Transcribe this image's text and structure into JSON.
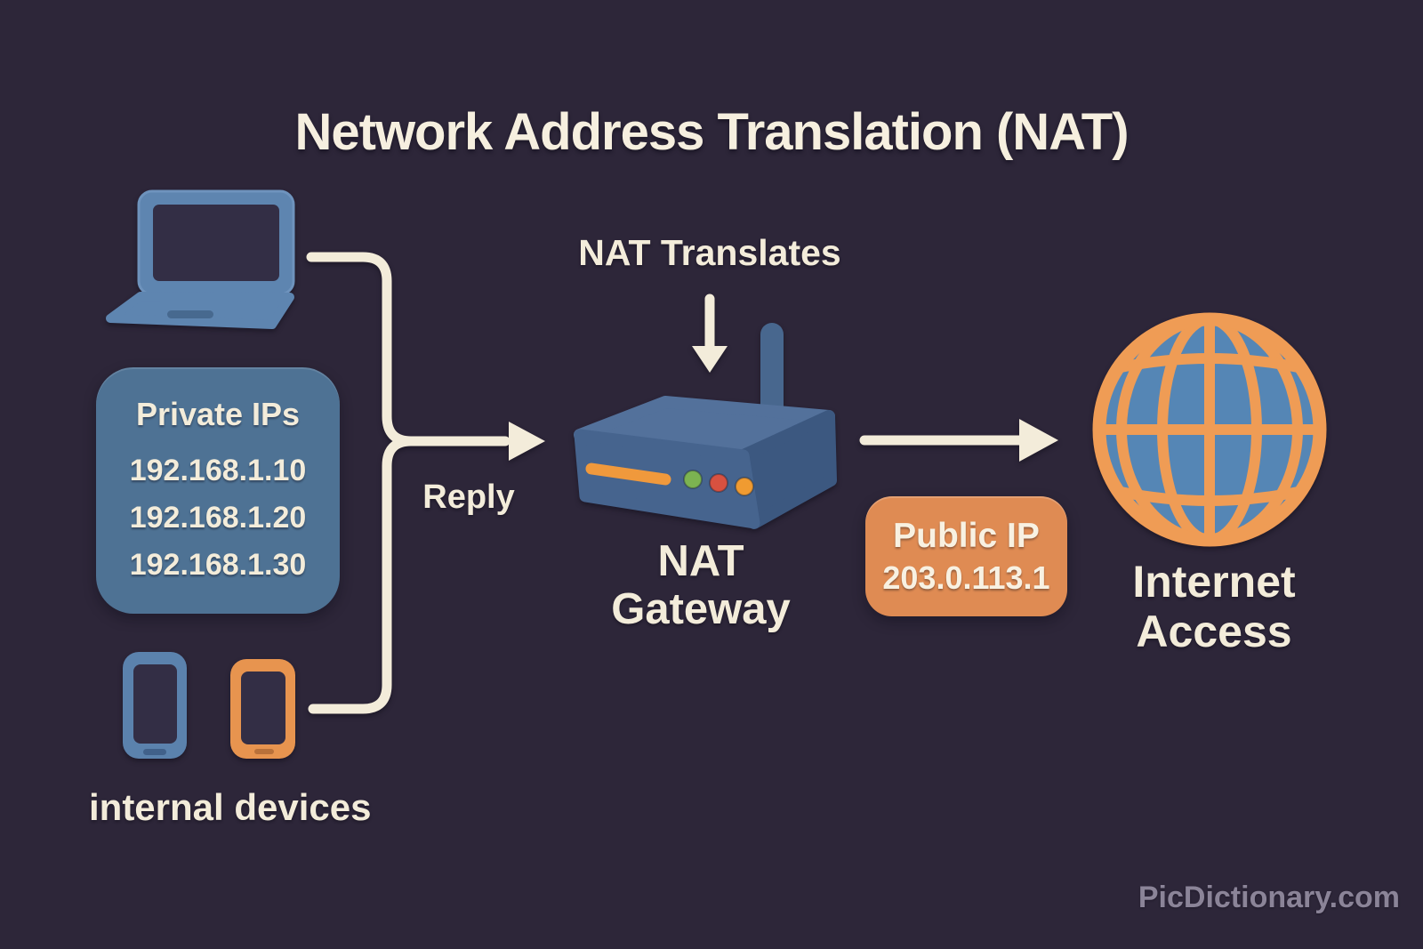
{
  "title": "Network Address Translation (NAT)",
  "devices": {
    "private_ips_box": {
      "title": "Private IPs",
      "ips": [
        "192.168.1.10",
        "192.168.1.20",
        "192.168.1.30"
      ]
    },
    "label": "internal devices"
  },
  "gateway": {
    "translates_label": "NAT Translates",
    "reply_label": "Reply",
    "name_line1": "NAT",
    "name_line2": "Gateway"
  },
  "internet": {
    "public_ip_box": {
      "title": "Public IP",
      "ip": "203.0.113.1"
    },
    "label_line1": "Internet",
    "label_line2": "Access"
  },
  "watermark": "PicDictionary.com",
  "icons": {
    "laptop": "laptop-icon",
    "phone_blue": "smartphone-icon-blue",
    "phone_orange": "smartphone-icon-orange",
    "router": "router-icon",
    "globe": "globe-icon"
  },
  "colors": {
    "background": "#2d2639",
    "text_cream": "#f3ecda",
    "device_blue": "#5b82ad",
    "panel_blue": "#4e7294",
    "accent_orange": "#df8b53",
    "router_front": "#46648e",
    "router_top": "#53719b",
    "router_side": "#3c5880",
    "globe_blue": "#5586b5",
    "globe_orange": "#ef9c55",
    "led_green": "#7cb351",
    "led_red": "#d85140",
    "led_orange": "#f09b31",
    "watermark_gray": "#8b8498"
  }
}
